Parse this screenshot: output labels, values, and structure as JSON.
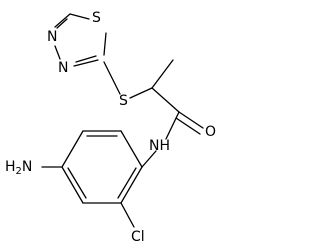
{
  "molecule": {
    "atoms": {
      "s_ring": "S",
      "n_top": "N",
      "n_bottom": "N",
      "s_thioether": "S",
      "o_carbonyl": "O",
      "nh_amide": "NH",
      "nh2_element": "H",
      "nh2_subscript": "2",
      "nh2_suffix": "N",
      "cl": "Cl"
    }
  }
}
